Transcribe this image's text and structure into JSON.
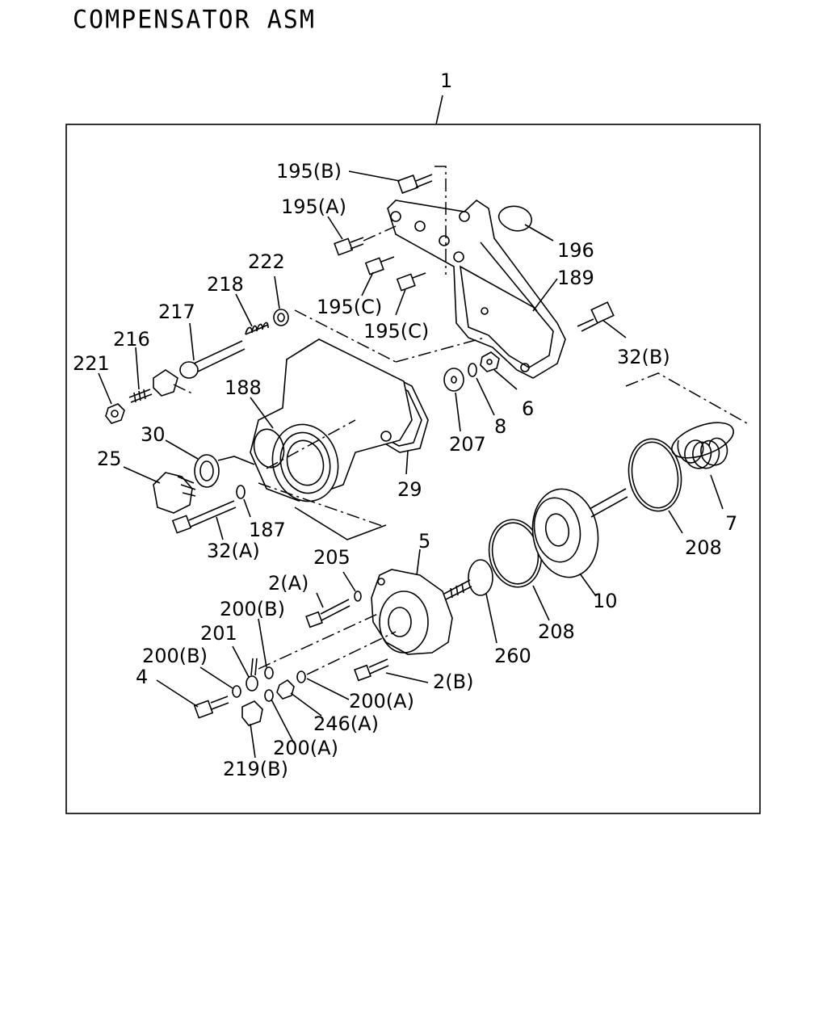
{
  "title": "COMPENSATOR ASM",
  "labels": {
    "p1": "1",
    "p195b": "195(B)",
    "p195a": "195(A)",
    "p196": "196",
    "p189": "189",
    "p222": "222",
    "p218": "218",
    "p195c1": "195(C)",
    "p195c2": "195(C)",
    "p217": "217",
    "p216": "216",
    "p221": "221",
    "p188": "188",
    "p32b": "32(B)",
    "p6": "6",
    "p8": "8",
    "p207": "207",
    "p30": "30",
    "p25": "25",
    "p29": "29",
    "p7": "7",
    "p208a": "208",
    "p187": "187",
    "p32a": "32(A)",
    "p5": "5",
    "p205": "205",
    "p2a": "2(A)",
    "p200b1": "200(B)",
    "p201": "201",
    "p10": "10",
    "p208b": "208",
    "p260": "260",
    "p200b2": "200(B)",
    "p4": "4",
    "p2b": "2(B)",
    "p200a1": "200(A)",
    "p246a": "246(A)",
    "p200a2": "200(A)",
    "p219b": "219(B)"
  }
}
